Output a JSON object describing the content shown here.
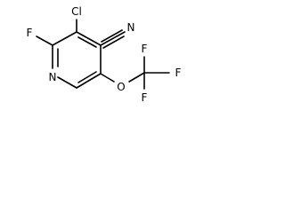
{
  "molecule": {
    "atoms": {
      "cl": "Cl",
      "f_ring": "F",
      "n_ring": "N",
      "n_nitrile": "N",
      "o": "O",
      "f1": "F",
      "f2": "F",
      "f3": "F"
    },
    "bond_color": "#000000"
  }
}
